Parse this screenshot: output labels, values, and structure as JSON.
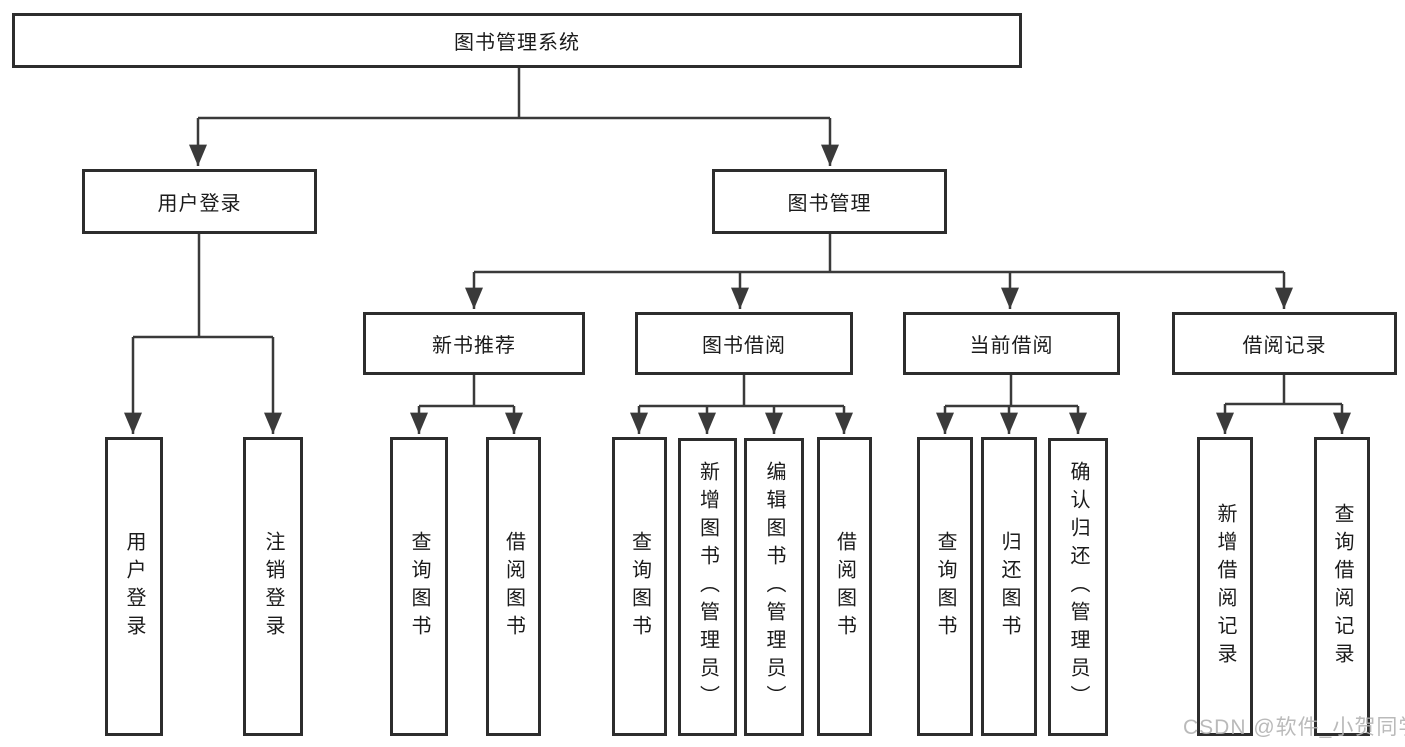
{
  "root": {
    "label": "图书管理系统"
  },
  "branches": [
    {
      "label": "用户登录",
      "children": [
        {
          "label": "用户登录"
        },
        {
          "label": "注销登录"
        }
      ]
    },
    {
      "label": "图书管理",
      "children": [
        {
          "label": "新书推荐",
          "children": [
            {
              "label": "查询图书"
            },
            {
              "label": "借阅图书"
            }
          ]
        },
        {
          "label": "图书借阅",
          "children": [
            {
              "label": "查询图书"
            },
            {
              "label": "新增图书（管理员）"
            },
            {
              "label": "编辑图书（管理员）"
            },
            {
              "label": "借阅图书"
            }
          ]
        },
        {
          "label": "当前借阅",
          "children": [
            {
              "label": "查询图书"
            },
            {
              "label": "归还图书"
            },
            {
              "label": "确认归还（管理员）"
            }
          ]
        },
        {
          "label": "借阅记录",
          "children": [
            {
              "label": "新增借阅记录"
            },
            {
              "label": "查询借阅记录"
            }
          ]
        }
      ]
    }
  ],
  "watermark": {
    "text": "CSDN @软件_小贺同学"
  },
  "colors": {
    "background": "#ffffff",
    "line": "#3a3a3a",
    "box_border": "#2d2d2d",
    "box_fill": "#ffffff",
    "text": "#1b1b1b",
    "watermark": "#b3b3b3"
  }
}
